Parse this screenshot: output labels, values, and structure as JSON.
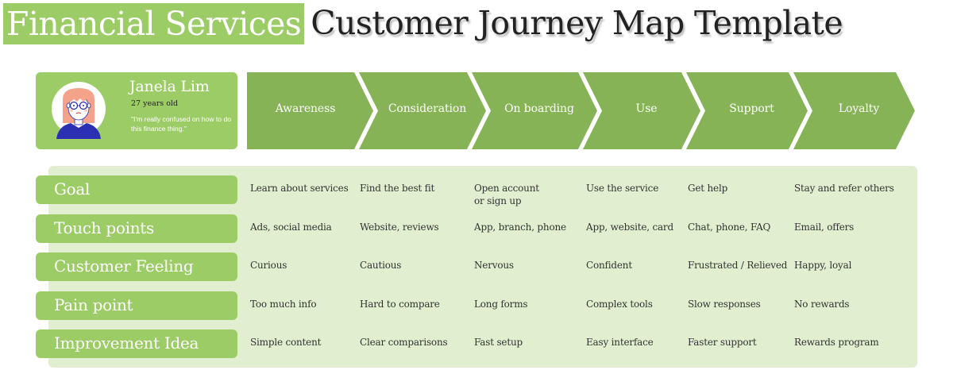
{
  "title": {
    "highlight": "Financial Services",
    "rest": "Customer Journey Map Template"
  },
  "colors": {
    "accent": "#9ccc65",
    "stage": "#86b356",
    "panel": "#e1efd0",
    "text": "#333333"
  },
  "persona": {
    "avatar_icon": "woman-with-glasses-avatar",
    "name": "Janela Lim",
    "age": "27 years old",
    "quote": "\"I'm really confused on how to do this finance thing.\""
  },
  "stages": [
    {
      "label": "Awareness"
    },
    {
      "label": "Consideration"
    },
    {
      "label": "On boarding"
    },
    {
      "label": "Use"
    },
    {
      "label": "Support"
    },
    {
      "label": "Loyalty"
    }
  ],
  "rows": [
    {
      "label": "Goal",
      "cells": [
        "Learn about services",
        "Find the best fit",
        "Open account\nor sign up",
        "Use the service",
        "Get help",
        "Stay and refer others"
      ]
    },
    {
      "label": "Touch points",
      "cells": [
        "Ads, social media",
        "Website, reviews",
        "App, branch, phone",
        "App, website, card",
        "Chat, phone, FAQ",
        "Email, offers"
      ]
    },
    {
      "label": "Customer Feeling",
      "cells": [
        "Curious",
        "Cautious",
        "Nervous",
        "Confident",
        "Frustrated / Relieved",
        "Happy, loyal"
      ]
    },
    {
      "label": "Pain point",
      "cells": [
        "Too much info",
        "Hard to compare",
        "Long forms",
        "Complex tools",
        "Slow responses",
        "No rewards"
      ]
    },
    {
      "label": "Improvement Idea",
      "cells": [
        "Simple content",
        "Clear comparisons",
        "Fast setup",
        "Easy interface",
        "Faster support",
        "Rewards program"
      ]
    }
  ]
}
